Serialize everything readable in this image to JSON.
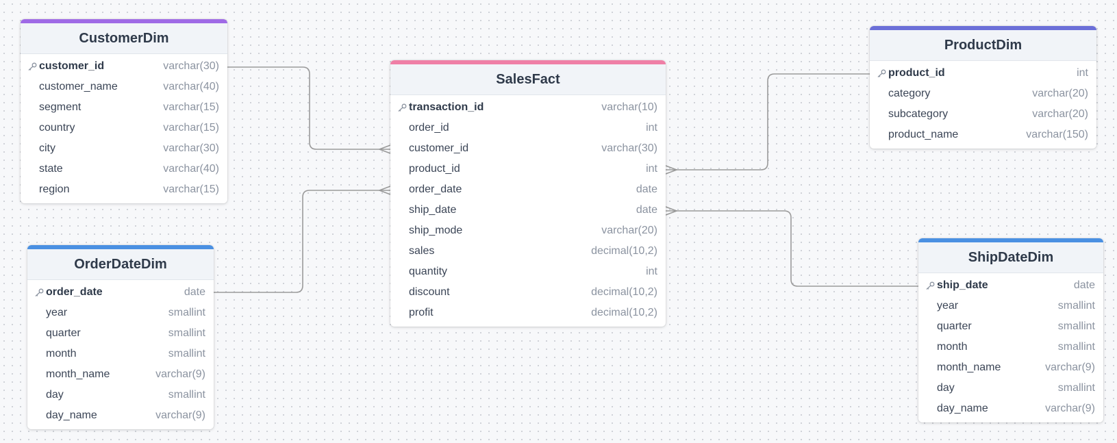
{
  "colors": {
    "customer": "#9f6ae6",
    "sales": "#ef7fa6",
    "product": "#6b6fd8",
    "orderdate": "#4a90e2",
    "shipdate": "#4a90e2",
    "edge": "#9a9a9a"
  },
  "tables": {
    "customer": {
      "title": "CustomerDim",
      "pk": {
        "name": "customer_id",
        "type": "varchar(30)",
        "icon": "key-icon"
      },
      "columns": [
        {
          "name": "customer_name",
          "type": "varchar(40)"
        },
        {
          "name": "segment",
          "type": "varchar(15)"
        },
        {
          "name": "country",
          "type": "varchar(15)"
        },
        {
          "name": "city",
          "type": "varchar(30)"
        },
        {
          "name": "state",
          "type": "varchar(40)"
        },
        {
          "name": "region",
          "type": "varchar(15)"
        }
      ]
    },
    "sales": {
      "title": "SalesFact",
      "pk": {
        "name": "transaction_id",
        "type": "varchar(10)",
        "icon": "key-icon"
      },
      "columns": [
        {
          "name": "order_id",
          "type": "int"
        },
        {
          "name": "customer_id",
          "type": "varchar(30)"
        },
        {
          "name": "product_id",
          "type": "int"
        },
        {
          "name": "order_date",
          "type": "date"
        },
        {
          "name": "ship_date",
          "type": "date"
        },
        {
          "name": "ship_mode",
          "type": "varchar(20)"
        },
        {
          "name": "sales",
          "type": "decimal(10,2)"
        },
        {
          "name": "quantity",
          "type": "int"
        },
        {
          "name": "discount",
          "type": "decimal(10,2)"
        },
        {
          "name": "profit",
          "type": "decimal(10,2)"
        }
      ]
    },
    "product": {
      "title": "ProductDim",
      "pk": {
        "name": "product_id",
        "type": "int",
        "icon": "key-icon"
      },
      "columns": [
        {
          "name": "category",
          "type": "varchar(20)"
        },
        {
          "name": "subcategory",
          "type": "varchar(20)"
        },
        {
          "name": "product_name",
          "type": "varchar(150)"
        }
      ]
    },
    "orderdate": {
      "title": "OrderDateDim",
      "pk": {
        "name": "order_date",
        "type": "date",
        "icon": "key-icon"
      },
      "columns": [
        {
          "name": "year",
          "type": "smallint"
        },
        {
          "name": "quarter",
          "type": "smallint"
        },
        {
          "name": "month",
          "type": "smallint"
        },
        {
          "name": "month_name",
          "type": "varchar(9)"
        },
        {
          "name": "day",
          "type": "smallint"
        },
        {
          "name": "day_name",
          "type": "varchar(9)"
        }
      ]
    },
    "shipdate": {
      "title": "ShipDateDim",
      "pk": {
        "name": "ship_date",
        "type": "date",
        "icon": "key-icon"
      },
      "columns": [
        {
          "name": "year",
          "type": "smallint"
        },
        {
          "name": "quarter",
          "type": "smallint"
        },
        {
          "name": "month",
          "type": "smallint"
        },
        {
          "name": "month_name",
          "type": "varchar(9)"
        },
        {
          "name": "day",
          "type": "smallint"
        },
        {
          "name": "day_name",
          "type": "varchar(9)"
        }
      ]
    }
  },
  "relationships": [
    {
      "from": "CustomerDim.customer_id",
      "to": "SalesFact.customer_id",
      "cardinality": "one-to-many"
    },
    {
      "from": "OrderDateDim.order_date",
      "to": "SalesFact.order_date",
      "cardinality": "one-to-many"
    },
    {
      "from": "ProductDim.product_id",
      "to": "SalesFact.product_id",
      "cardinality": "one-to-many"
    },
    {
      "from": "ShipDateDim.ship_date",
      "to": "SalesFact.ship_date",
      "cardinality": "one-to-many"
    }
  ]
}
